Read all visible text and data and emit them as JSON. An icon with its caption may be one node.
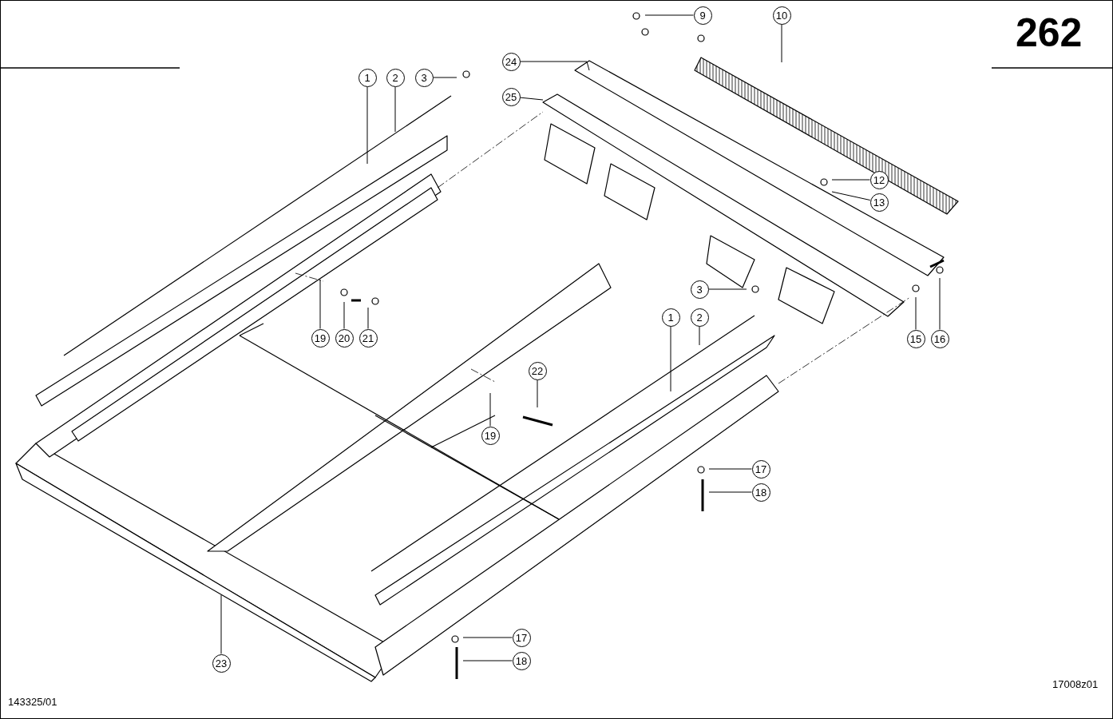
{
  "diagram": {
    "nodes": [
      {
        "text": [
          "9"
        ]
      },
      {
        "text": [
          "10"
        ]
      },
      {
        "text": [
          "24"
        ]
      },
      {
        "text": [
          "1"
        ]
      },
      {
        "text": [
          "2"
        ]
      },
      {
        "text": [
          "3"
        ]
      },
      {
        "text": [
          "25"
        ]
      },
      {
        "text": [
          "12"
        ]
      },
      {
        "text": [
          "13"
        ]
      },
      {
        "text": [
          "3"
        ]
      },
      {
        "text": [
          "1"
        ]
      },
      {
        "text": [
          "2"
        ]
      },
      {
        "text": [
          "19"
        ]
      },
      {
        "text": [
          "20"
        ]
      },
      {
        "text": [
          "21"
        ]
      },
      {
        "text": [
          "15"
        ]
      },
      {
        "text": [
          "16"
        ]
      },
      {
        "text": [
          "22"
        ]
      },
      {
        "text": [
          "19"
        ]
      },
      {
        "text": [
          "17"
        ]
      },
      {
        "text": [
          "18"
        ]
      },
      {
        "text": [
          "17"
        ]
      },
      {
        "text": [
          "18"
        ]
      },
      {
        "text": [
          "23"
        ]
      }
    ],
    "edges": [
      {
        "from": 0,
        "to": null,
        "arrow": "none"
      },
      {
        "from": 1,
        "to": null,
        "arrow": "none"
      },
      {
        "from": 2,
        "to": null,
        "arrow": "none"
      },
      {
        "from": 3,
        "to": null,
        "arrow": "none"
      },
      {
        "from": 4,
        "to": null,
        "arrow": "none"
      },
      {
        "from": 5,
        "to": null,
        "arrow": "none"
      },
      {
        "from": 6,
        "to": null,
        "arrow": "none"
      },
      {
        "from": 7,
        "to": null,
        "arrow": "none"
      },
      {
        "from": 8,
        "to": null,
        "arrow": "none"
      },
      {
        "from": 9,
        "to": null,
        "arrow": "none"
      },
      {
        "from": 10,
        "to": null,
        "arrow": "none"
      },
      {
        "from": 11,
        "to": null,
        "arrow": "none"
      },
      {
        "from": 12,
        "to": null,
        "arrow": "none"
      },
      {
        "from": 13,
        "to": null,
        "arrow": "none"
      },
      {
        "from": 14,
        "to": null,
        "arrow": "none"
      },
      {
        "from": 15,
        "to": null,
        "arrow": "none"
      },
      {
        "from": 16,
        "to": null,
        "arrow": "none"
      },
      {
        "from": 17,
        "to": null,
        "arrow": "none"
      },
      {
        "from": 18,
        "to": null,
        "arrow": "none"
      },
      {
        "from": 19,
        "to": null,
        "arrow": "none"
      },
      {
        "from": 20,
        "to": null,
        "arrow": "none"
      },
      {
        "from": 21,
        "to": null,
        "arrow": "none"
      },
      {
        "from": 22,
        "to": null,
        "arrow": "none"
      },
      {
        "from": 23,
        "to": null,
        "arrow": "none"
      }
    ],
    "labels": [
      "262",
      "17008z01",
      "143325/01"
    ]
  }
}
